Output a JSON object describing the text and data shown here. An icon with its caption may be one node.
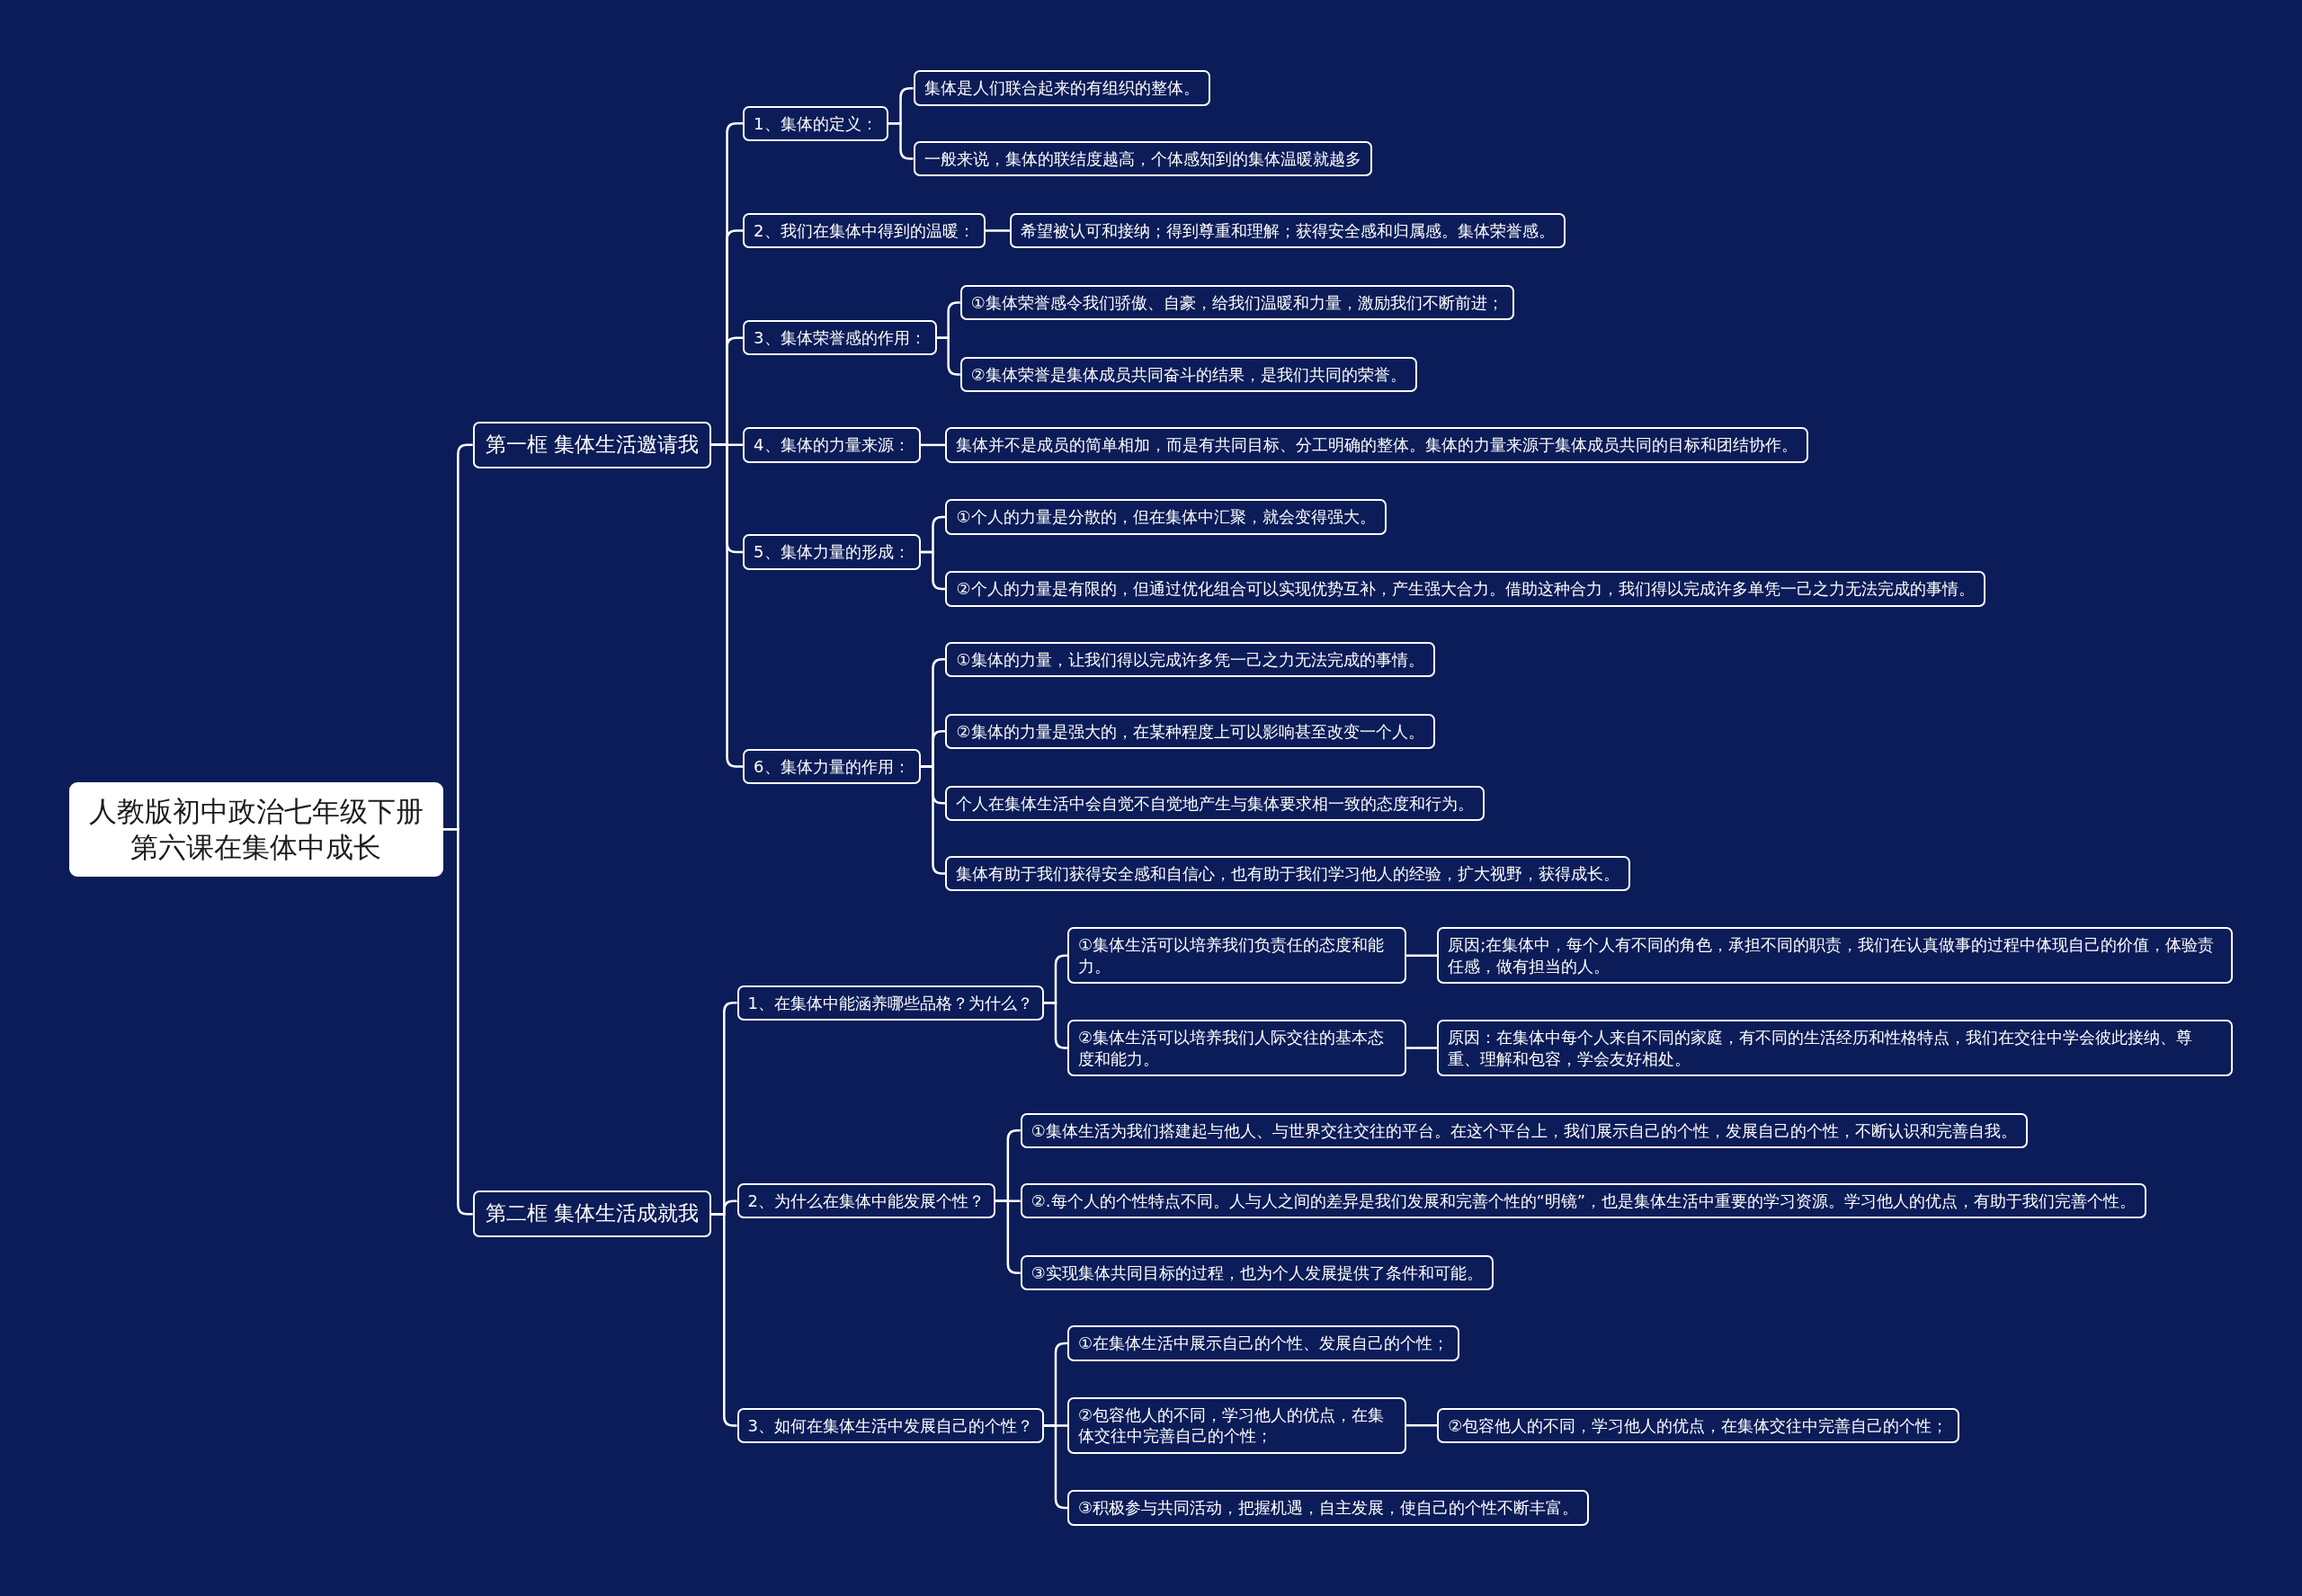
{
  "diagram": {
    "nodes": [
      {
        "text": [
          "人教版初中政治七年级下册第六课在集体中成长"
        ]
      },
      {
        "text": [
          "第一框 集体生活邀请我"
        ]
      },
      {
        "text": [
          "1、集体的定义："
        ]
      },
      {
        "text": [
          "集体是人们联合起来的有组织的整体。"
        ]
      },
      {
        "text": [
          "一般来说，集体的联结度越高，个体感知到的集体温暖就越多"
        ]
      },
      {
        "text": [
          "2、我们在集体中得到的温暖："
        ]
      },
      {
        "text": [
          "希望被认可和接纳；得到尊重和理解；获得安全感和归属感。集体荣誉感。"
        ]
      },
      {
        "text": [
          "3、集体荣誉感的作用："
        ]
      },
      {
        "text": [
          "①集体荣誉感令我们骄傲、自豪，给我们温暖和力量，激励我们不断前进；"
        ]
      },
      {
        "text": [
          "②集体荣誉是集体成员共同奋斗的结果，是我们共同的荣誉。"
        ]
      },
      {
        "text": [
          "4、集体的力量来源："
        ]
      },
      {
        "text": [
          "集体并不是成员的简单相加，而是有共同目标、分工明确的整体。集体的力量来源于集体成员共同的目标和团结协作。"
        ]
      },
      {
        "text": [
          "5、集体力量的形成："
        ]
      },
      {
        "text": [
          "①个人的力量是分散的，但在集体中汇聚，就会变得强大。"
        ]
      },
      {
        "text": [
          "②个人的力量是有限的，但通过优化组合可以实现优势互补，产生强大合力。借助这种合力，我们得以完成许多单凭一己之力无法完成的事情。"
        ]
      },
      {
        "text": [
          "6、集体力量的作用："
        ]
      },
      {
        "text": [
          "①集体的力量，让我们得以完成许多凭一己之力无法完成的事情。"
        ]
      },
      {
        "text": [
          "②集体的力量是强大的，在某种程度上可以影响甚至改变一个人。"
        ]
      },
      {
        "text": [
          "个人在集体生活中会自觉不自觉地产生与集体要求相一致的态度和行为。"
        ]
      },
      {
        "text": [
          "集体有助于我们获得安全感和自信心，也有助于我们学习他人的经验，扩大视野，获得成长。"
        ]
      },
      {
        "text": [
          "第二框 集体生活成就我"
        ]
      },
      {
        "text": [
          "1、在集体中能涵养哪些品格？为什么？"
        ]
      },
      {
        "text": [
          "①集体生活可以培养我们负责任的态度和能力。"
        ]
      },
      {
        "text": [
          "原因;在集体中，每个人有不同的角色，承担不同的职责，我们在认真做事的过程中体现自己的价值，体验责任感，做有担当的人。"
        ]
      },
      {
        "text": [
          "②集体生活可以培养我们人际交往的基本态度和能力。"
        ]
      },
      {
        "text": [
          "原因：在集体中每个人来自不同的家庭，有不同的生活经历和性格特点，我们在交往中学会彼此接纳、尊重、理解和包容，学会友好相处。"
        ]
      },
      {
        "text": [
          "2、为什么在集体中能发展个性？"
        ]
      },
      {
        "text": [
          "①集体生活为我们搭建起与他人、与世界交往交往的平台。在这个平台上，我们展示自己的个性，发展自己的个性，不断认识和完善自我。"
        ]
      },
      {
        "text": [
          "②.每个人的个性特点不同。人与人之间的差异是我们发展和完善个性的“明镜”，也是集体生活中重要的学习资源。学习他人的优点，有助于我们完善个性。"
        ]
      },
      {
        "text": [
          "③实现集体共同目标的过程，也为个人发展提供了条件和可能。"
        ]
      },
      {
        "text": [
          "3、如何在集体生活中发展自己的个性？"
        ]
      },
      {
        "text": [
          "①在集体生活中展示自己的个性、发展自己的个性；"
        ]
      },
      {
        "text": [
          "②包容他人的不同，学习他人的优点，在集体交往中完善自己的个性；"
        ]
      },
      {
        "text": [
          "②包容他人的不同，学习他人的优点，在集体交往中完善自己的个性；"
        ]
      },
      {
        "text": [
          "③积极参与共同活动，把握机遇，自主发展，使自己的个性不断丰富。"
        ]
      }
    ],
    "edges": [
      {
        "from": 0,
        "to": 1,
        "arrow": "none"
      },
      {
        "from": 1,
        "to": 2,
        "arrow": "none"
      },
      {
        "from": 2,
        "to": 3,
        "arrow": "none"
      },
      {
        "from": 2,
        "to": 4,
        "arrow": "none"
      },
      {
        "from": 1,
        "to": 5,
        "arrow": "none"
      },
      {
        "from": 5,
        "to": 6,
        "arrow": "none"
      },
      {
        "from": 1,
        "to": 7,
        "arrow": "none"
      },
      {
        "from": 7,
        "to": 8,
        "arrow": "none"
      },
      {
        "from": 7,
        "to": 9,
        "arrow": "none"
      },
      {
        "from": 1,
        "to": 10,
        "arrow": "none"
      },
      {
        "from": 10,
        "to": 11,
        "arrow": "none"
      },
      {
        "from": 1,
        "to": 12,
        "arrow": "none"
      },
      {
        "from": 12,
        "to": 13,
        "arrow": "none"
      },
      {
        "from": 12,
        "to": 14,
        "arrow": "none"
      },
      {
        "from": 1,
        "to": 15,
        "arrow": "none"
      },
      {
        "from": 15,
        "to": 16,
        "arrow": "none"
      },
      {
        "from": 15,
        "to": 17,
        "arrow": "none"
      },
      {
        "from": 15,
        "to": 18,
        "arrow": "none"
      },
      {
        "from": 15,
        "to": 19,
        "arrow": "none"
      },
      {
        "from": 0,
        "to": 20,
        "arrow": "none"
      },
      {
        "from": 20,
        "to": 21,
        "arrow": "none"
      },
      {
        "from": 21,
        "to": 22,
        "arrow": "none"
      },
      {
        "from": 22,
        "to": 23,
        "arrow": "none"
      },
      {
        "from": 21,
        "to": 24,
        "arrow": "none"
      },
      {
        "from": 24,
        "to": 25,
        "arrow": "none"
      },
      {
        "from": 20,
        "to": 26,
        "arrow": "none"
      },
      {
        "from": 26,
        "to": 27,
        "arrow": "none"
      },
      {
        "from": 26,
        "to": 28,
        "arrow": "none"
      },
      {
        "from": 26,
        "to": 29,
        "arrow": "none"
      },
      {
        "from": 20,
        "to": 30,
        "arrow": "none"
      },
      {
        "from": 30,
        "to": 31,
        "arrow": "none"
      },
      {
        "from": 30,
        "to": 32,
        "arrow": "none"
      },
      {
        "from": 32,
        "to": 33,
        "arrow": "none"
      },
      {
        "from": 30,
        "to": 34,
        "arrow": "none"
      }
    ]
  }
}
